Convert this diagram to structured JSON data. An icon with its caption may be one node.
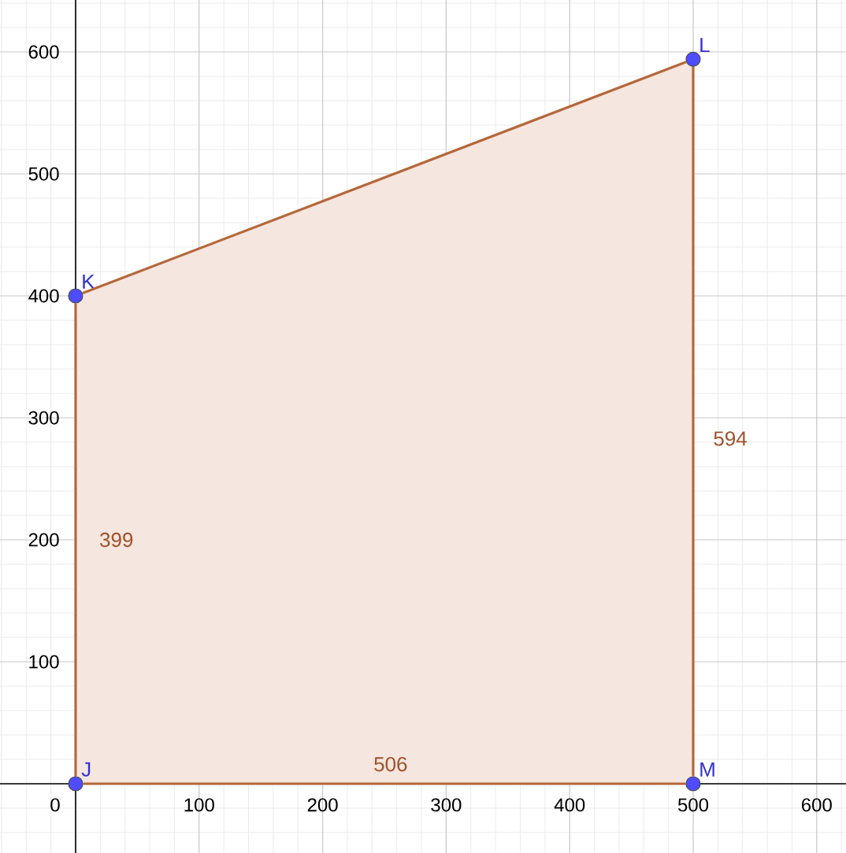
{
  "diagram": {
    "nodes": [
      {
        "text": [
          "J"
        ]
      },
      {
        "text": [
          "K"
        ]
      },
      {
        "text": [
          "L"
        ]
      },
      {
        "text": [
          "M"
        ]
      }
    ],
    "edges": [
      {
        "from": 0,
        "to": 1,
        "arrow": "none",
        "label": "399"
      },
      {
        "from": 1,
        "to": 2,
        "arrow": "none"
      },
      {
        "from": 2,
        "to": 3,
        "arrow": "none",
        "label": "594"
      },
      {
        "from": 3,
        "to": 0,
        "arrow": "none",
        "label": "506"
      }
    ],
    "labels": [
      "600",
      "500",
      "400",
      "300",
      "200",
      "100",
      "0",
      "100",
      "200",
      "300",
      "400",
      "500",
      "600"
    ]
  }
}
